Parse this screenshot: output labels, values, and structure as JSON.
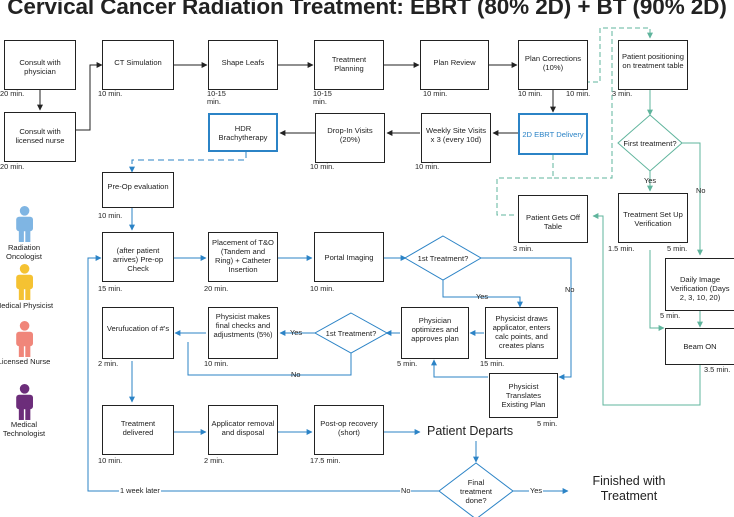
{
  "title": "Cervical Cancer Radiation Treatment: EBRT (80% 2D) + BT (90% 2D)",
  "colors": {
    "radiation_oncologist": "#7fb5e3",
    "medical_physicist": "#f5c232",
    "licensed_nurse": "#f0867a",
    "medical_technologist": "#6c2d7a",
    "flow_blue": "#2b83c6",
    "flow_teal": "#5fb49c",
    "flow_black": "#222222"
  },
  "legend": {
    "radiation_oncologist": "Radiation Oncologist",
    "medical_physicist": "Medical Physicist",
    "licensed_nurse": "Licensed Nurse",
    "medical_technologist": "Medical Technologist"
  },
  "nodes": {
    "consult_physician": {
      "label": "Consult with physician",
      "duration": "20 min."
    },
    "consult_nurse": {
      "label": "Consult with licensed nurse",
      "duration": "20 min."
    },
    "ct_sim": {
      "label": "CT Simulation",
      "duration": "10 min."
    },
    "shape_leafs": {
      "label": "Shape Leafs",
      "duration": "10-15 min."
    },
    "treatment_planning": {
      "label": "Treatment Planning",
      "duration": "10-15 min."
    },
    "plan_review": {
      "label": "Plan Review",
      "duration": "10 min."
    },
    "plan_corrections": {
      "label": "Plan Corrections (10%)",
      "duration_a": "10 min.",
      "duration_b": "10 min."
    },
    "ebrt_delivery": {
      "label": "2D EBRT Delivery"
    },
    "weekly_visits": {
      "label": "Weekly Site Visits x 3 (every 10d)",
      "duration": "10 min."
    },
    "drop_in": {
      "label": "Drop-In Visits (20%)",
      "duration": "10 min."
    },
    "hdr": {
      "label": "HDR Brachytherapy"
    },
    "pre_op_eval": {
      "label": "Pre-Op evaluation",
      "duration": "10 min."
    },
    "pre_op_check": {
      "label": "(after patient arrives) Pre-op Check",
      "duration": "15 min."
    },
    "placement": {
      "label": "Placement of T&O (Tandem and Ring) + Catheter Insertion",
      "duration": "20 min."
    },
    "portal_imaging": {
      "label": "Portal Imaging",
      "duration": "10 min."
    },
    "first_treatment_1": {
      "label": "1st Treatment?"
    },
    "physicist_draws": {
      "label": "Physicist draws applicator, enters calc points, and creates plans",
      "duration": "15 min."
    },
    "physician_optimizes": {
      "label": "Physician optimizes and approves plan",
      "duration": "5 min."
    },
    "first_treatment_2": {
      "label": "1st Treatment?"
    },
    "physicist_checks": {
      "label": "Physicist makes final checks and adjustments (5%)",
      "duration": "10 min."
    },
    "verification": {
      "label": "Verufucation of #'s",
      "duration": "2 min."
    },
    "physicist_translates": {
      "label": "Physicist Translates Existing Plan",
      "duration": "5 min."
    },
    "treatment_delivered": {
      "label": "Treatment delivered",
      "duration": "10 min."
    },
    "applicator_removal": {
      "label": "Applicator removal and disposal",
      "duration": "2 min."
    },
    "post_op": {
      "label": "Post-op recovery (short)",
      "duration": "17.5 min."
    },
    "patient_departs": {
      "label": "Patient Departs"
    },
    "final_treatment": {
      "label": "Final treatment done?"
    },
    "finished": {
      "label": "Finished with Treatment"
    },
    "patient_positioning": {
      "label": "Patient positioning on treatment table",
      "duration": "3 min."
    },
    "first_treatment_ebrt": {
      "label": "First treatment?"
    },
    "setup_verification": {
      "label": "Treatment Set Up Verification",
      "duration_a": "1.5 min.",
      "duration_b": "5 min."
    },
    "daily_image": {
      "label": "Daily Image Verification (Days 2, 3, 10, 20)",
      "duration": "5 min."
    },
    "beam_on": {
      "label": "Beam ON",
      "duration": "3.5 min."
    },
    "patient_off": {
      "label": "Patient Gets Off Table",
      "duration": "3 min."
    }
  },
  "edge_labels": {
    "yes": "Yes",
    "no": "No",
    "one_week_later": "1 week later"
  }
}
